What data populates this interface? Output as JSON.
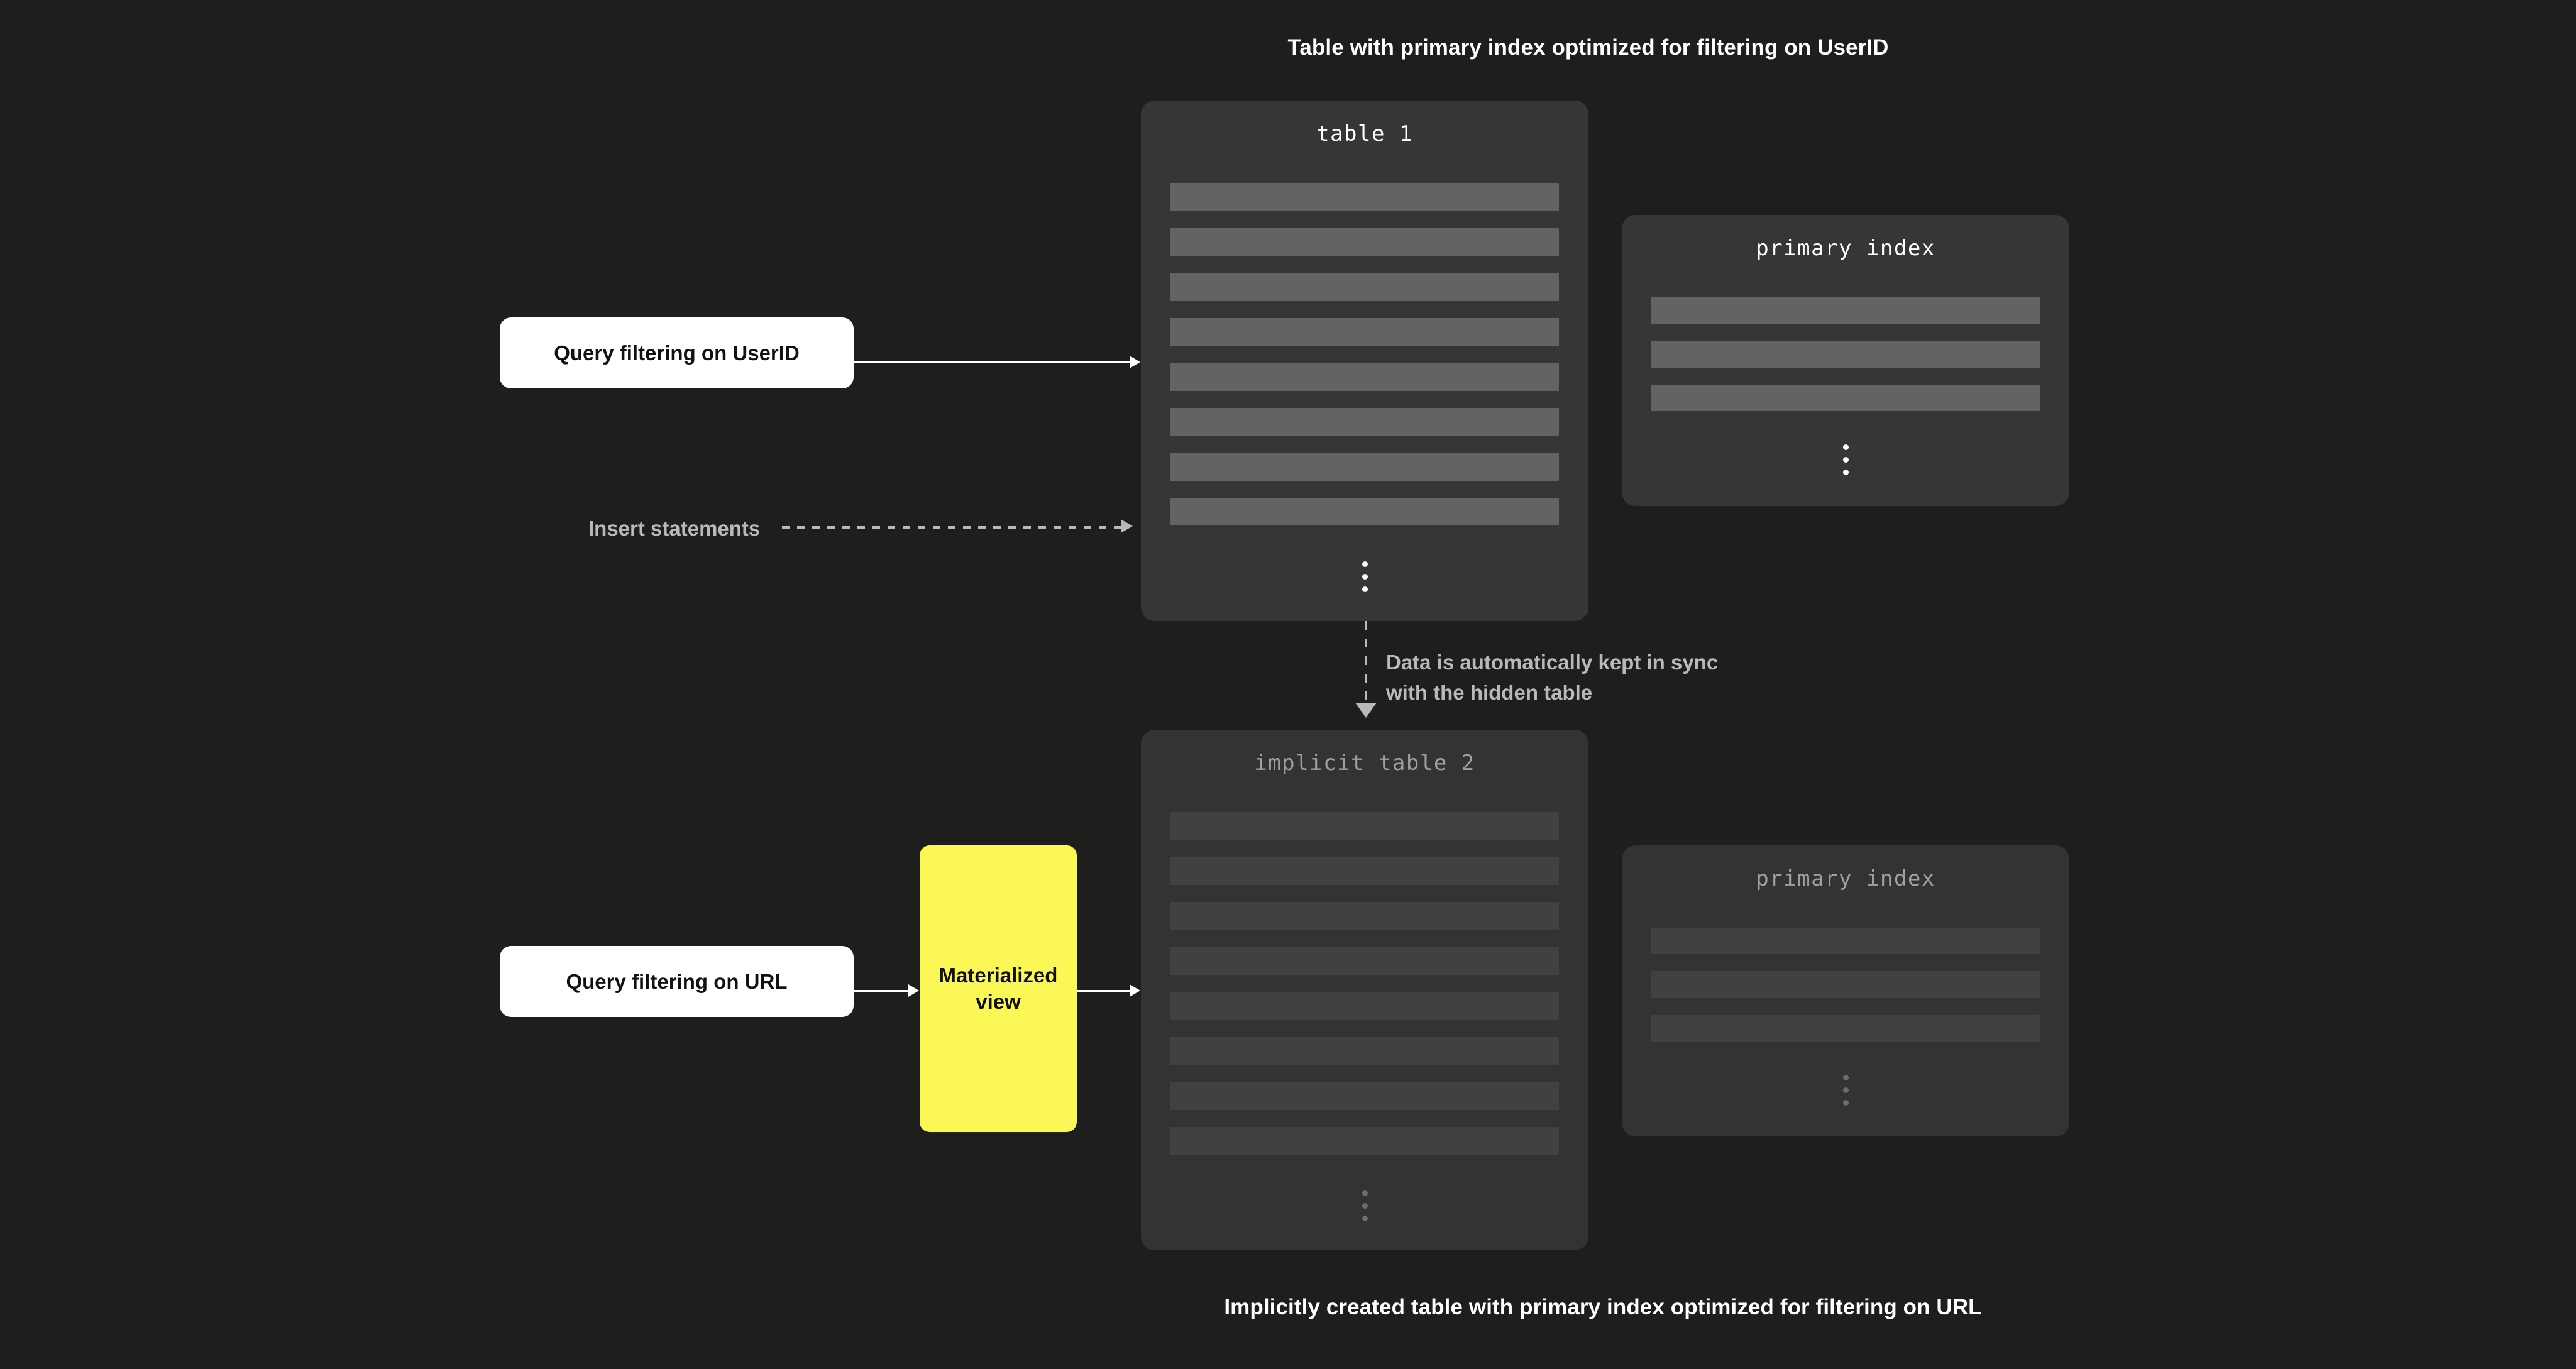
{
  "background_color": "#1e1e1c",
  "accent_color": "#faf757",
  "captions": {
    "top": "Table with primary index optimized for filtering on UserID",
    "bottom": "Implicitly created table with primary index optimized for filtering on URL"
  },
  "table1": {
    "title": "table 1",
    "row_count": 8,
    "rows": [
      "",
      "",
      "",
      "",
      "",
      "",
      "",
      ""
    ],
    "ellipsis": "vertical-ellipsis"
  },
  "index1": {
    "title": "primary index",
    "row_count": 3,
    "rows": [
      "",
      "",
      ""
    ],
    "ellipsis": "vertical-ellipsis"
  },
  "table2": {
    "title": "implicit table 2",
    "row_count": 8,
    "rows": [
      "",
      "",
      "",
      "",
      "",
      "",
      "",
      ""
    ],
    "ellipsis": "vertical-ellipsis"
  },
  "index2": {
    "title": "primary index",
    "row_count": 3,
    "rows": [
      "",
      "",
      ""
    ],
    "ellipsis": "vertical-ellipsis"
  },
  "queries": {
    "userid": "Query filtering on UserID",
    "url": "Query filtering on URL"
  },
  "materialized_view": {
    "label": "Materialized view",
    "color": "#faf757"
  },
  "annotations": {
    "insert_statements": "Insert statements",
    "sync_note": "Data is automatically kept in sync\nwith the hidden table"
  }
}
